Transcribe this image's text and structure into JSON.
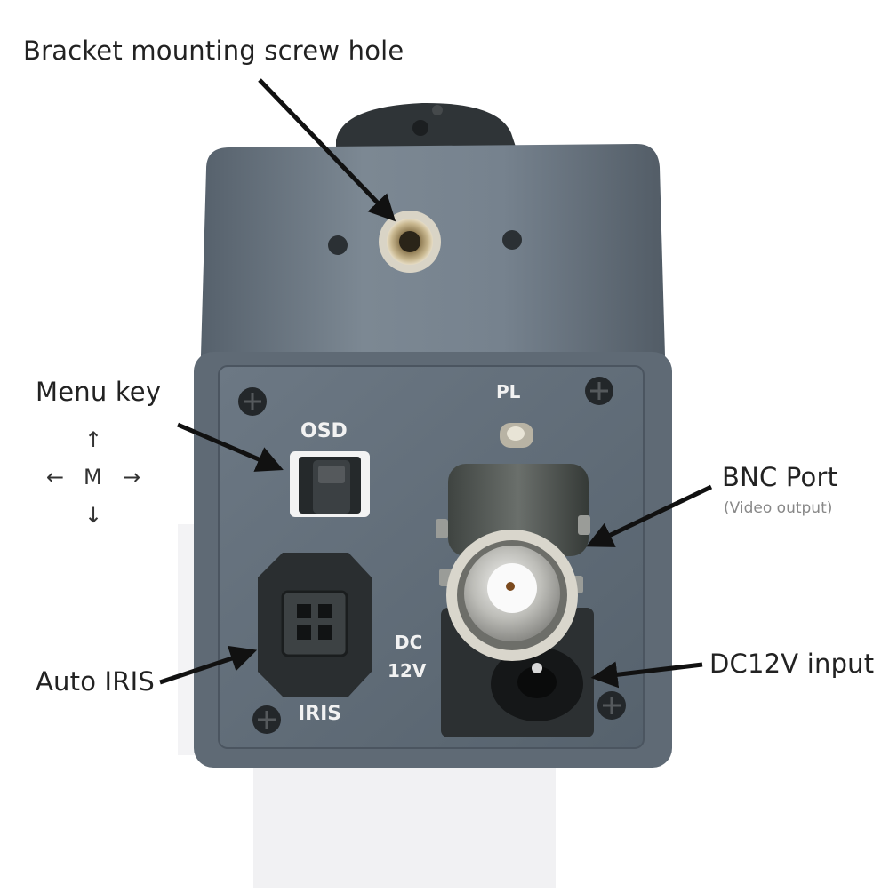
{
  "callouts": {
    "bracket_hole": "Bracket mounting screw hole",
    "menu_key": "Menu key",
    "bnc_port": "BNC Port",
    "bnc_port_sub": "(Video output)",
    "auto_iris": "Auto IRIS",
    "dc_input": "DC12V input"
  },
  "menu_pad": {
    "up": "↑",
    "left": "←",
    "center": "M",
    "right": "→",
    "down": "↓"
  },
  "panel_labels": {
    "osd": "OSD",
    "pl": "PL",
    "dc": "DC",
    "volt": "12V",
    "iris": "IRIS"
  },
  "colors": {
    "body": "#6b7884",
    "panel": "#606d79",
    "arrow": "#111111",
    "text": "#222222"
  }
}
